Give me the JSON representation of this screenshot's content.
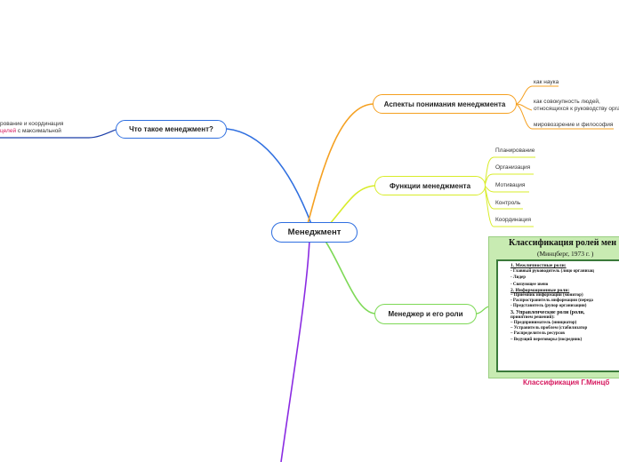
{
  "colors": {
    "blue": "#2f6fe0",
    "orange": "#f5a020",
    "yellow": "#d8ec2a",
    "green": "#7ed957",
    "purple": "#8a2be2",
    "pink": "#d6185e",
    "dark_blue": "#1a3da8"
  },
  "root": {
    "label": "Менеджмент"
  },
  "what_is": {
    "label": "Что такое менеджмент?",
    "note_line1": "рование и координация",
    "note_line2_highlight": "целей",
    "note_line2_rest": " с максимальной"
  },
  "aspects": {
    "label": "Аспекты понимания менеджмента",
    "items": [
      "как наука",
      "как совокупность людей,",
      "относящихся к руководству органи",
      "мировоззрение и философия"
    ]
  },
  "functions": {
    "label": "Функции менеджмента",
    "items": [
      "Планирование",
      "Организация",
      "Мотивация",
      "Контроль",
      "Координация"
    ]
  },
  "manager": {
    "label": "Менеджер и его роли",
    "image_title": "Классификация ролей мен",
    "image_subtitle": "(Минцберг, 1973 г. )",
    "roles": [
      "1.  Межличностные роли:",
      "-     Главный руководитель (лицо организац",
      "-     Лидер",
      "-     Связующее звено",
      "2. Информационные роли:",
      "–     Приемник информации (монитор)",
      "-     Распространитель информации (переда",
      "-     Представитель (рупор организации)",
      "3.    Управленческие    роли    (роли,",
      "        принятием решений):",
      "–     Предприниматель (инициатор)",
      "–     Устранитель проблем (стабилизатор",
      "–     Распределитель ресурсов",
      "–     Ведущий переговоры (посредник)"
    ],
    "caption": "Классификация Г.Минцб"
  }
}
